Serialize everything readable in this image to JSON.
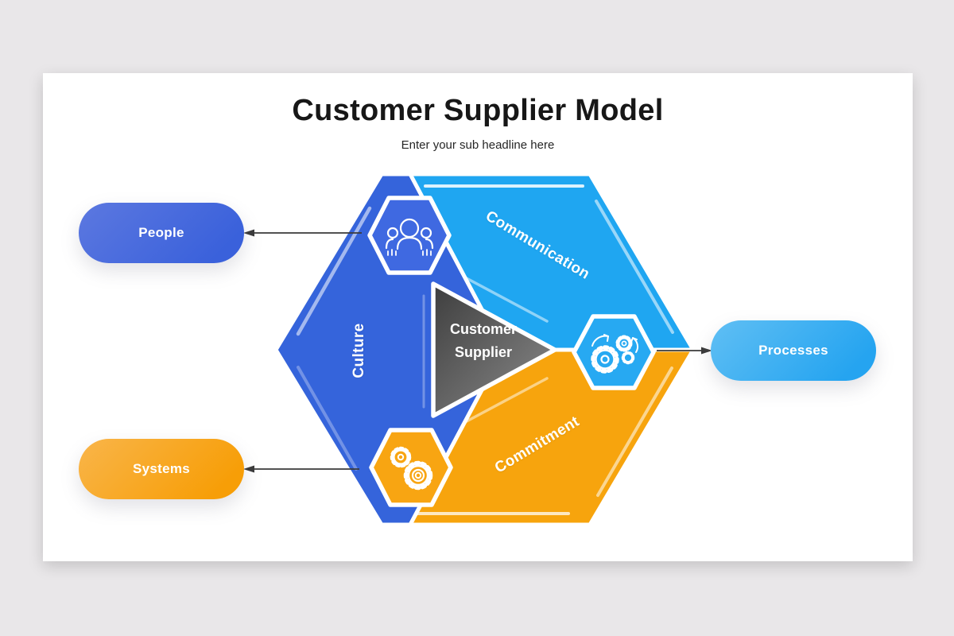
{
  "slide": {
    "title": "Customer Supplier Model",
    "subtitle": "Enter your sub headline here"
  },
  "diagram": {
    "center_label": {
      "line1": "Customer",
      "line2": "Supplier"
    },
    "triangle": {
      "color_dark": "#3E3E3E",
      "color_light": "#8C8C8C"
    },
    "segments": [
      {
        "label": "Culture",
        "color": "#3564DB",
        "icon": "team-icon",
        "icon_hex_color": "#3F69E1"
      },
      {
        "label": "Communication",
        "color": "#1FA6F1",
        "icon": "gears-sync-icon",
        "icon_hex_color": "#27A9F2"
      },
      {
        "label": "Commitment",
        "color": "#F7A40D",
        "icon": "double-gear-icon",
        "icon_hex_color": "#F8A512"
      }
    ],
    "callouts": [
      {
        "label": "People",
        "gradient_start": "#5C78E0",
        "gradient_end": "#3A61DB"
      },
      {
        "label": "Processes",
        "gradient_start": "#60BFF4",
        "gradient_end": "#25A4F0"
      },
      {
        "label": "Systems",
        "gradient_start": "#F9B54A",
        "gradient_end": "#F79E07"
      }
    ],
    "arrow_color": "#3A3A3A"
  }
}
